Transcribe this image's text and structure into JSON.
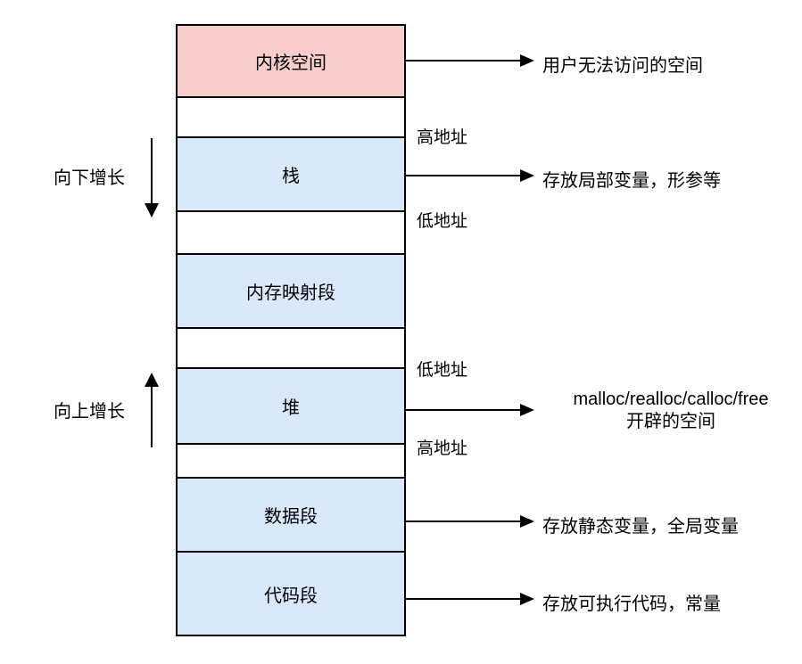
{
  "colors": {
    "kernel_fill": "#f8cecc",
    "segment_fill": "#dae8fc",
    "gap_fill": "#ffffff",
    "stroke": "#000000"
  },
  "column": {
    "segments": [
      {
        "id": "kernel",
        "label": "内核空间"
      },
      {
        "id": "gap-1",
        "label": ""
      },
      {
        "id": "stack",
        "label": "栈"
      },
      {
        "id": "gap-2",
        "label": ""
      },
      {
        "id": "mmap",
        "label": "内存映射段"
      },
      {
        "id": "gap-3",
        "label": ""
      },
      {
        "id": "heap",
        "label": "堆"
      },
      {
        "id": "gap-4",
        "label": ""
      },
      {
        "id": "data",
        "label": "数据段"
      },
      {
        "id": "code",
        "label": "代码段"
      }
    ]
  },
  "address_labels": {
    "stack_top": "高地址",
    "stack_bottom": "低地址",
    "heap_top": "低地址",
    "heap_bottom": "高地址"
  },
  "growth": {
    "down": "向下增长",
    "up": "向上增长"
  },
  "annotations": {
    "kernel": "用户无法访问的空间",
    "stack": "存放局部变量，形参等",
    "heap_line1": "malloc/realloc/calloc/free",
    "heap_line2": "开辟的空间",
    "data": "存放静态变量，全局变量",
    "code": "存放可执行代码，常量"
  }
}
